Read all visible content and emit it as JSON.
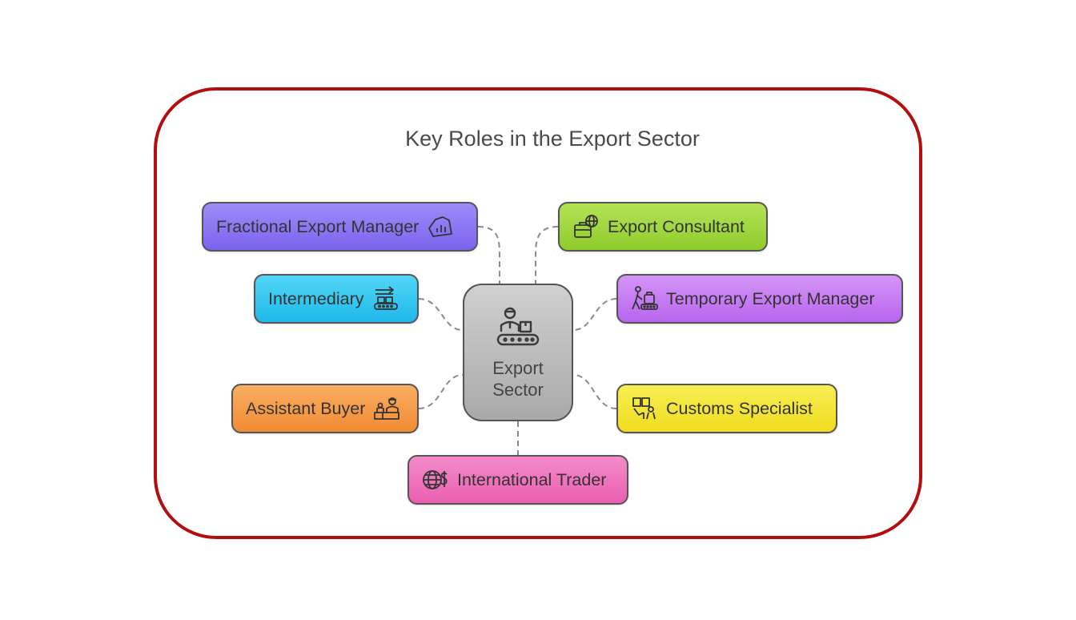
{
  "title": "Key Roles in the Export Sector",
  "center": {
    "line1": "Export",
    "line2": "Sector",
    "icon": "conveyor-worker-icon"
  },
  "nodes": {
    "fractional_export_manager": {
      "label": "Fractional Export Manager",
      "icon": "chart-hand-icon",
      "color": "#8a73f5"
    },
    "export_consultant": {
      "label": "Export Consultant",
      "icon": "briefcase-globe-icon",
      "color": "#9fd637"
    },
    "intermediary": {
      "label": "Intermediary",
      "icon": "conveyor-arrow-icon",
      "color": "#2cc8f2"
    },
    "temporary_export_manager": {
      "label": "Temporary Export Manager",
      "icon": "worker-luggage-icon",
      "color": "#c77af2"
    },
    "assistant_buyer": {
      "label": "Assistant Buyer",
      "icon": "counter-worker-icon",
      "color": "#f59a45"
    },
    "customs_specialist": {
      "label": "Customs Specialist",
      "icon": "boxes-hand-icon",
      "color": "#f3e532"
    },
    "international_trader": {
      "label": "International Trader",
      "icon": "globe-dollar-icon",
      "color": "#ef6ebb"
    }
  },
  "colors": {
    "frame_border": "#b40d0d",
    "center_fill": "#bdbdbd"
  }
}
